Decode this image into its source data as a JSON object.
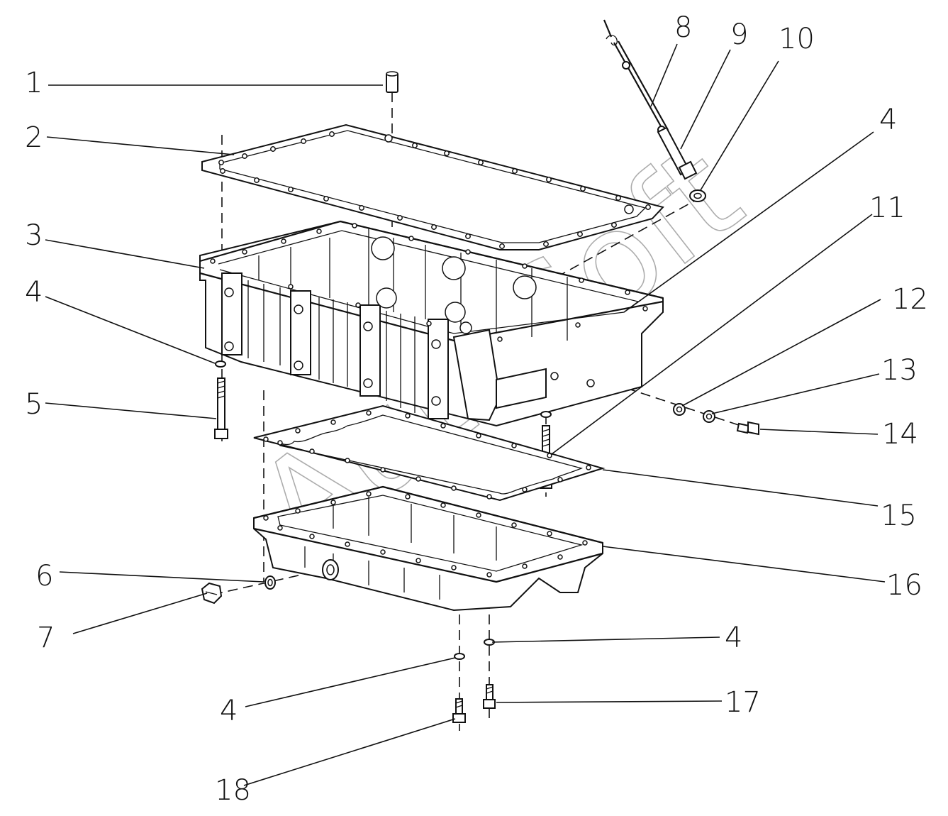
{
  "watermark": "AutoSoft",
  "callouts": [
    "1",
    "2",
    "3",
    "4",
    "5",
    "8",
    "9",
    "10",
    "4",
    "11",
    "12",
    "13",
    "14",
    "15",
    "16",
    "6",
    "7",
    "4",
    "4",
    "17",
    "18"
  ]
}
